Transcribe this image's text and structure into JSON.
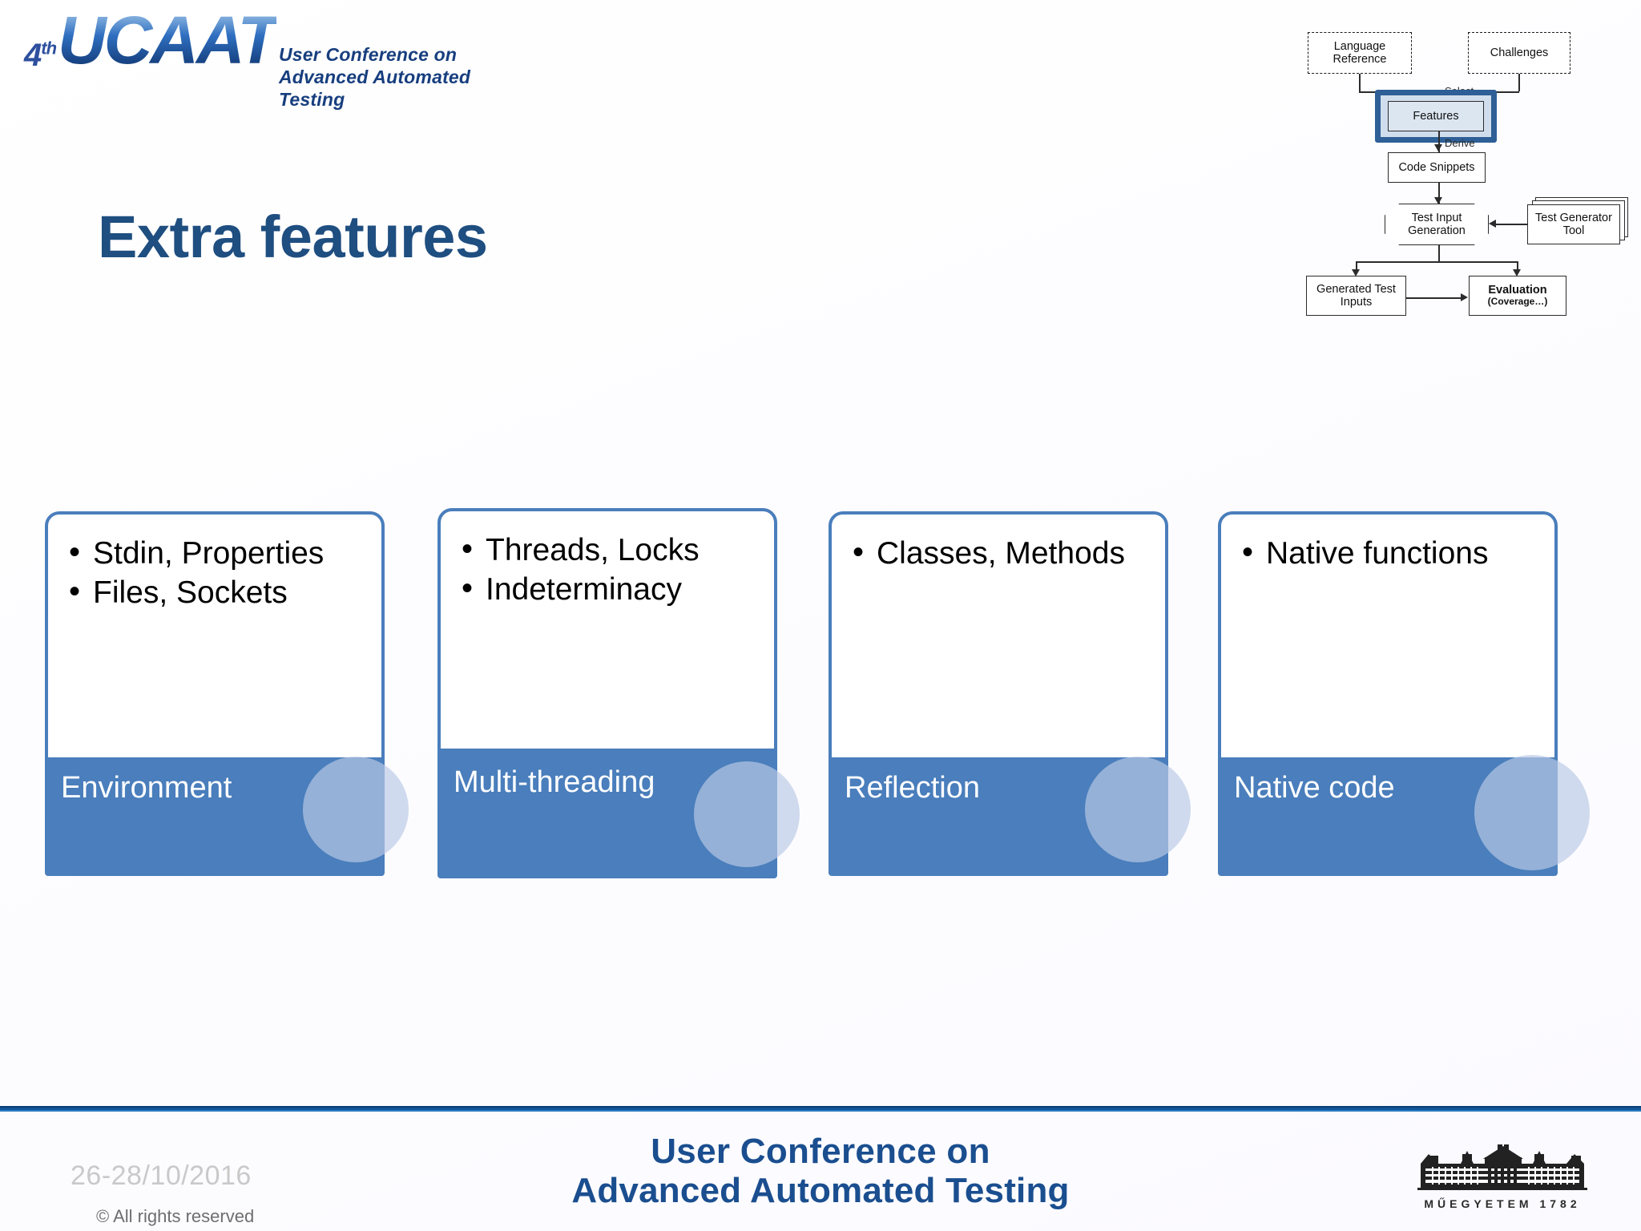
{
  "header": {
    "logo_ordinal": "4",
    "logo_ordinal_suffix": "th",
    "logo_acronym": "UCAAT",
    "logo_tagline_line1": "User Conference on",
    "logo_tagline_line2": "Advanced Automated Testing"
  },
  "title": "Extra features",
  "diagram": {
    "nodes": {
      "language_reference": "Language\nReference",
      "language_reference_l1": "Language",
      "language_reference_l2": "Reference",
      "challenges": "Challenges",
      "features": "Features",
      "code_snippets": "Code Snippets",
      "test_input_generation_l1": "Test Input",
      "test_input_generation_l2": "Generation",
      "test_generator_tool_l1": "Test Generator",
      "test_generator_tool_l2": "Tool",
      "generated_test_inputs_l1": "Generated Test",
      "generated_test_inputs_l2": "Inputs",
      "evaluation": "Evaluation",
      "evaluation_sub": "(Coverage…)"
    },
    "edge_labels": {
      "select": "Select",
      "derive": "Derive"
    }
  },
  "cards": [
    {
      "bullets": [
        "Stdin, Properties",
        "Files, Sockets"
      ],
      "footer": "Environment"
    },
    {
      "bullets": [
        "Threads, Locks",
        "Indeterminacy"
      ],
      "footer": "Multi-threading"
    },
    {
      "bullets": [
        "Classes, Methods"
      ],
      "footer": "Reflection"
    },
    {
      "bullets": [
        "Native functions"
      ],
      "footer": "Native code"
    }
  ],
  "footer": {
    "date": "26-28/10/2016",
    "rights": "© All rights reserved",
    "conference_line1": "User Conference on",
    "conference_line2": "Advanced Automated Testing",
    "university_logo_text": "MŰEGYETEM 1782"
  },
  "colors": {
    "title_blue": "#1f4e80",
    "card_border_blue": "#4a7ebc",
    "card_footer_blue": "#4a7ebc",
    "footer_rule_blue": "#10559a",
    "bubble_blue": "#b9cae6"
  }
}
